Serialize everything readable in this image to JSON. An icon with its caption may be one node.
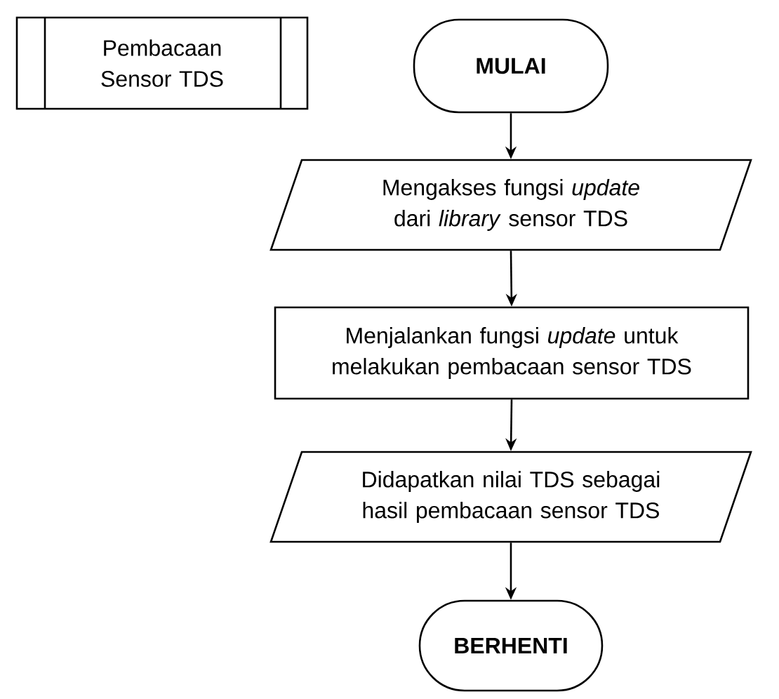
{
  "diagram": {
    "nodes": [
      {
        "text": [
          "Pembacaan Sensor TDS"
        ]
      },
      {
        "text": [
          "MULAI"
        ]
      },
      {
        "text": [
          "Mengakses fungsi *update* dari *library* sensor TDS"
        ]
      },
      {
        "text": [
          "Menjalankan fungsi *update* untuk melakukan pembacaan sensor TDS"
        ]
      },
      {
        "text": [
          "Didapatkan nilai TDS sebagai hasil pembacaan sensor TDS"
        ]
      },
      {
        "text": [
          "BERHENTI"
        ]
      }
    ],
    "edges": [
      {
        "from": 1,
        "to": 2,
        "arrow": "to"
      },
      {
        "from": 2,
        "to": 3,
        "arrow": "to"
      },
      {
        "from": 3,
        "to": 4,
        "arrow": "to"
      },
      {
        "from": 4,
        "to": 5,
        "arrow": "to"
      }
    ]
  }
}
